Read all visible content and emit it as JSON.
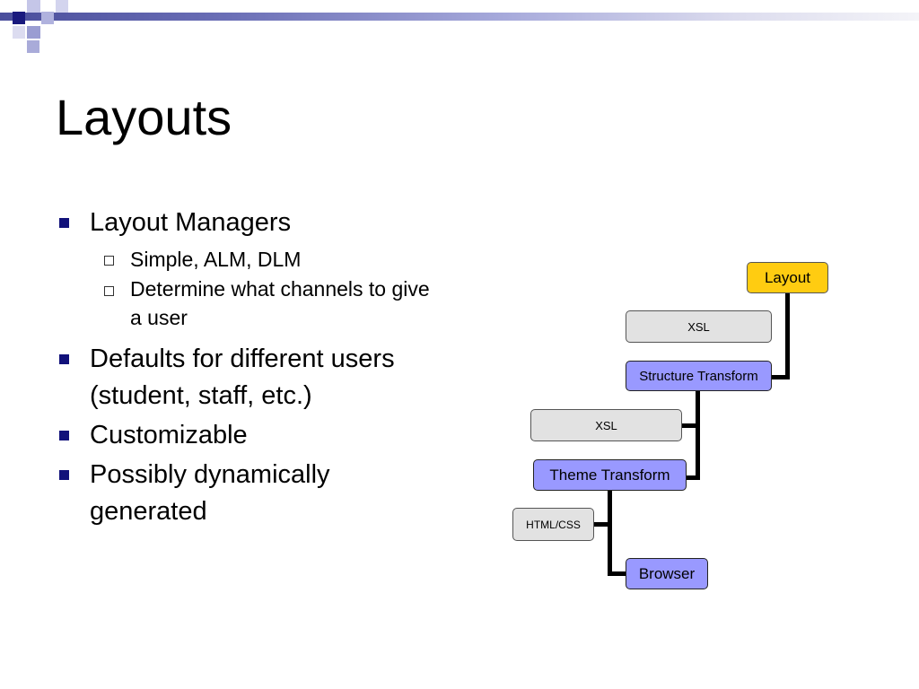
{
  "slide": {
    "title": "Layouts",
    "bullets": [
      {
        "text": "Layout Managers"
      },
      {
        "text": "Defaults for different users (student, staff, etc.)"
      },
      {
        "text": "Customizable"
      },
      {
        "text": "Possibly dynamically generated"
      }
    ],
    "sub_bullets": [
      {
        "text": "Simple, ALM, DLM"
      },
      {
        "text": "Determine what channels to give a user"
      }
    ]
  },
  "diagram": {
    "nodes": {
      "layout": "Layout",
      "xsl_1": "XSL",
      "structure_transform": "Structure Transform",
      "xsl_2": "XSL",
      "theme_transform": "Theme Transform",
      "html_css": "HTML/CSS",
      "browser": "Browser"
    },
    "colors": {
      "layout_fill": "#ffcc11",
      "transform_fill": "#9999ff",
      "input_fill": "#e2e2e2",
      "bullet": "#11117a"
    }
  }
}
